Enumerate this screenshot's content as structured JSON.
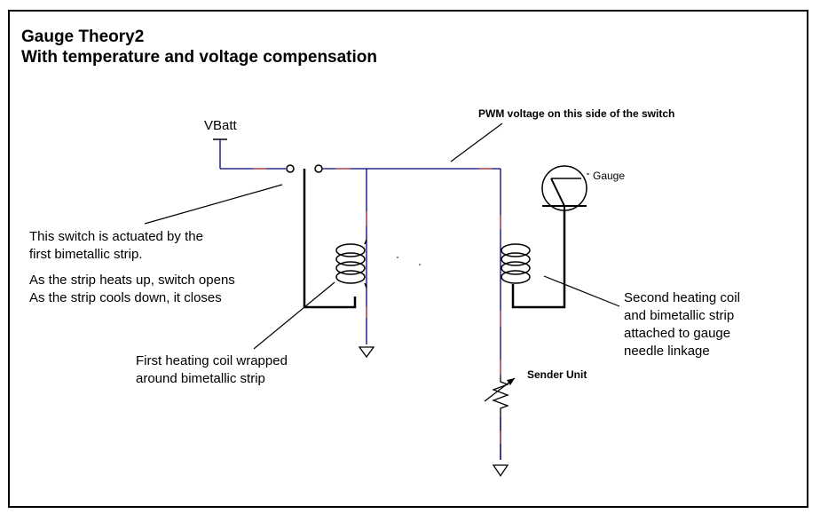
{
  "title_line1": "Gauge Theory2",
  "title_line2": "With temperature and voltage compensation",
  "labels": {
    "vbatt": "VBatt",
    "pwm": "PWM voltage on this side of the switch",
    "gauge": "Gauge",
    "sender": "Sender Unit",
    "switch_line1": "This switch is actuated by the",
    "switch_line2": "first bimetallic strip.",
    "heats_line1": "As the strip heats up, switch opens",
    "heats_line2": "As the strip cools down, it closes",
    "coil1_line1": "First heating coil wrapped",
    "coil1_line2": "around bimetallic strip",
    "coil2_line1": "Second heating coil",
    "coil2_line2": "and bimetallic strip",
    "coil2_line3": "attached to gauge",
    "coil2_line4": "needle linkage"
  },
  "colors": {
    "wire_blue": "#000080",
    "wire_red": "#c04040",
    "ink": "#000000"
  }
}
